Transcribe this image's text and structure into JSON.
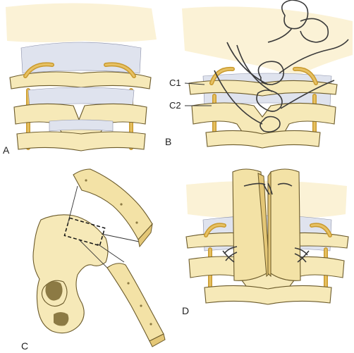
{
  "panels": {
    "a": {
      "label": "A"
    },
    "b": {
      "label": "B",
      "c1_label": "C1",
      "c2_label": "C2"
    },
    "c": {
      "label": "C"
    },
    "d": {
      "label": "D"
    }
  },
  "colors": {
    "bone": "#f6e9b8",
    "artery": "#c99a2e",
    "wire": "#3a3a3a",
    "ligament": "#dfe3ee"
  }
}
